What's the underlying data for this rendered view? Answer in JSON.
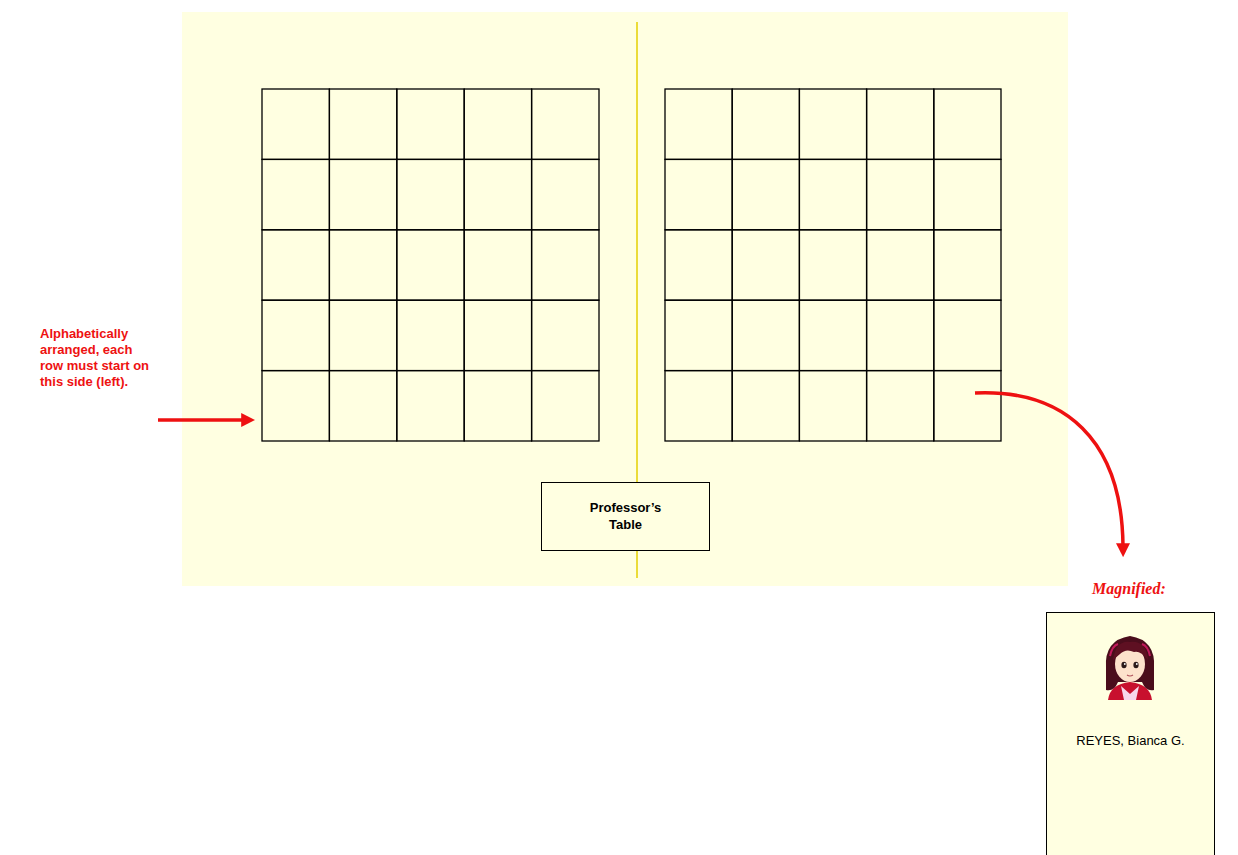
{
  "diagram": {
    "nodes": [
      {
        "text": [
          "Professor’s Table"
        ]
      },
      {
        "text": [
          "REYES, Bianca G."
        ]
      }
    ],
    "labels": [
      "Alphabetically arranged, each row must start on this side (left).",
      "Magnified:"
    ]
  }
}
